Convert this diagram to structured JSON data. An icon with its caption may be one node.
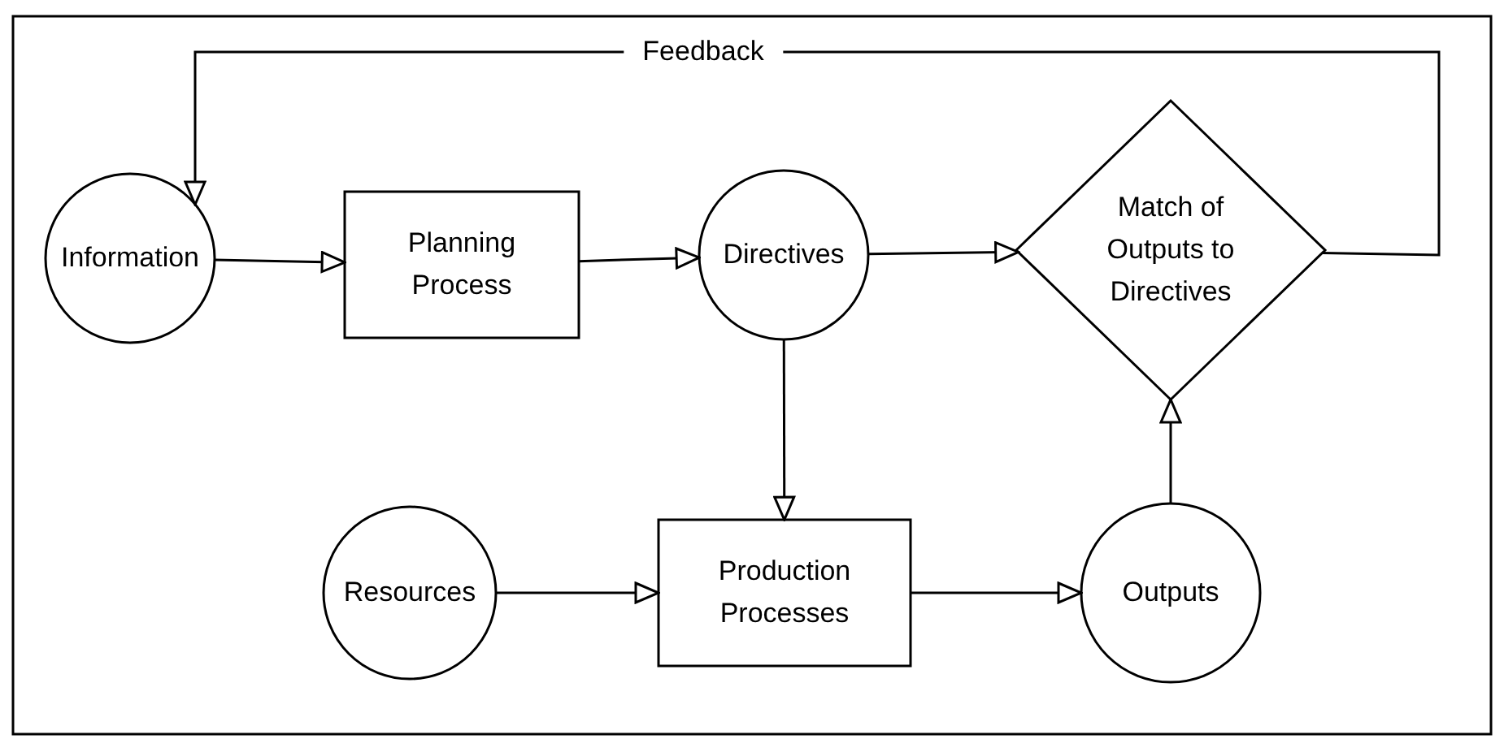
{
  "diagram": {
    "nodes": [
      {
        "text": [
          "Information"
        ]
      },
      {
        "text": [
          "Planning Process"
        ]
      },
      {
        "text": [
          "Directives"
        ]
      },
      {
        "text": [
          "Match of Outputs to Directives"
        ]
      },
      {
        "text": [
          "Resources"
        ]
      },
      {
        "text": [
          "Production Processes"
        ]
      },
      {
        "text": [
          "Outputs"
        ]
      }
    ],
    "edges": [
      {
        "from": 0,
        "to": 1,
        "arrow": "to"
      },
      {
        "from": 1,
        "to": 2,
        "arrow": "to"
      },
      {
        "from": 2,
        "to": 3,
        "arrow": "to"
      },
      {
        "from": 2,
        "to": 5,
        "arrow": "to"
      },
      {
        "from": 4,
        "to": 5,
        "arrow": "to"
      },
      {
        "from": 5,
        "to": 6,
        "arrow": "to"
      },
      {
        "from": 6,
        "to": 3,
        "arrow": "to"
      },
      {
        "from": 3,
        "to": 0,
        "arrow": "to",
        "label": "Feedback"
      }
    ]
  }
}
